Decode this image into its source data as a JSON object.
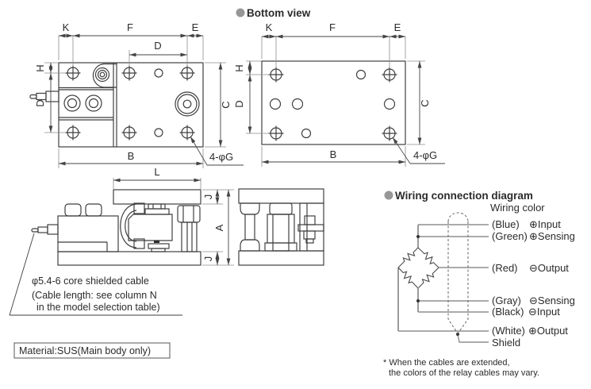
{
  "titles": {
    "bottom_view": "Bottom view",
    "wiring": "Wiring connection diagram",
    "wiring_color": "Wiring color"
  },
  "labels": {
    "k": "K",
    "f": "F",
    "e": "E",
    "d": "D",
    "h": "H",
    "c": "C",
    "b": "B",
    "l": "L",
    "j": "J",
    "a": "A",
    "holes": "4-φG"
  },
  "cable_note": {
    "line1": "φ5.4-6 core shielded cable",
    "line2": "(Cable length: see column N",
    "line3": "in the model selection table)"
  },
  "material": "Material:SUS(Main body only)",
  "wiring": {
    "rows": [
      {
        "color": "(Blue)",
        "signal": "⊕Input"
      },
      {
        "color": "(Green)",
        "signal": "⊕Sensing"
      },
      {
        "color": "(Red)",
        "signal": "⊖Output"
      },
      {
        "color": "(Gray)",
        "signal": "⊖Sensing"
      },
      {
        "color": "(Black)",
        "signal": "⊖Input"
      },
      {
        "color": "(White)",
        "signal": "⊕Output"
      }
    ],
    "shield": "Shield",
    "footnote1": "* When the cables are extended,",
    "footnote2": "the colors of the relay cables may vary."
  }
}
